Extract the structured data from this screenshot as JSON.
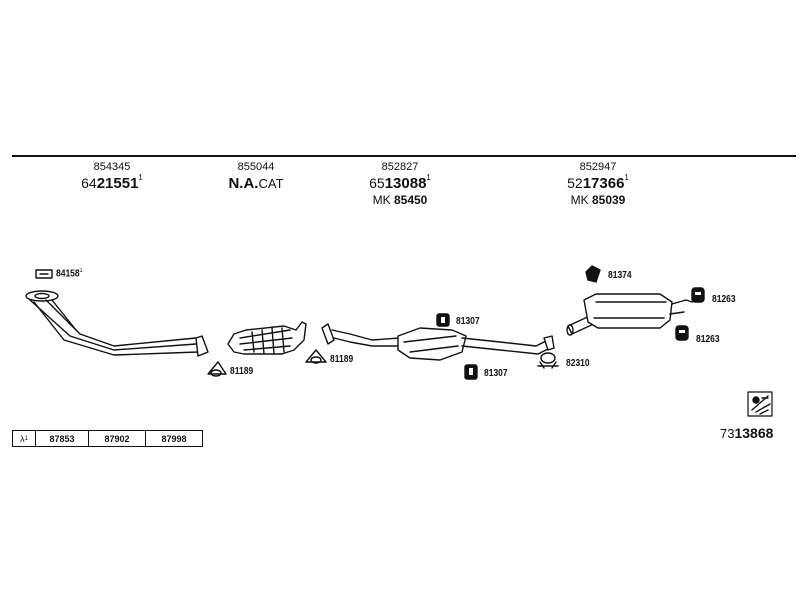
{
  "columns": [
    {
      "pn": "854345",
      "big_pre": "64",
      "big": "21551",
      "sup": "1",
      "mk_pre": "",
      "mk": ""
    },
    {
      "pn": "855044",
      "big_pre": "",
      "big": "N.A.",
      "cat": "CAT",
      "sup": "",
      "mk_pre": "",
      "mk": ""
    },
    {
      "pn": "852827",
      "big_pre": "65",
      "big": "13088",
      "sup": "1",
      "mk_pre": "MK",
      "mk": "85450"
    },
    {
      "pn": "852947",
      "big_pre": "52",
      "big": "17366",
      "sup": "1",
      "mk_pre": "MK",
      "mk": "85039"
    }
  ],
  "parts": {
    "gasket_84158": {
      "label": "84158",
      "sup": "1"
    },
    "ring_81189_a": {
      "label": "81189"
    },
    "ring_81189_b": {
      "label": "81189"
    },
    "hanger_81307_a": {
      "label": "81307"
    },
    "hanger_81307_b": {
      "label": "81307"
    },
    "clamp_82310": {
      "label": "82310"
    },
    "hanger_81374": {
      "label": "81374"
    },
    "hanger_81263_a": {
      "label": "81263"
    },
    "hanger_81263_b": {
      "label": "81263"
    }
  },
  "legend": {
    "symbol": "λ",
    "sup": "1",
    "cells": [
      "87853",
      "87902",
      "87998"
    ]
  },
  "doc": {
    "pre": "73",
    "num": "13868"
  }
}
